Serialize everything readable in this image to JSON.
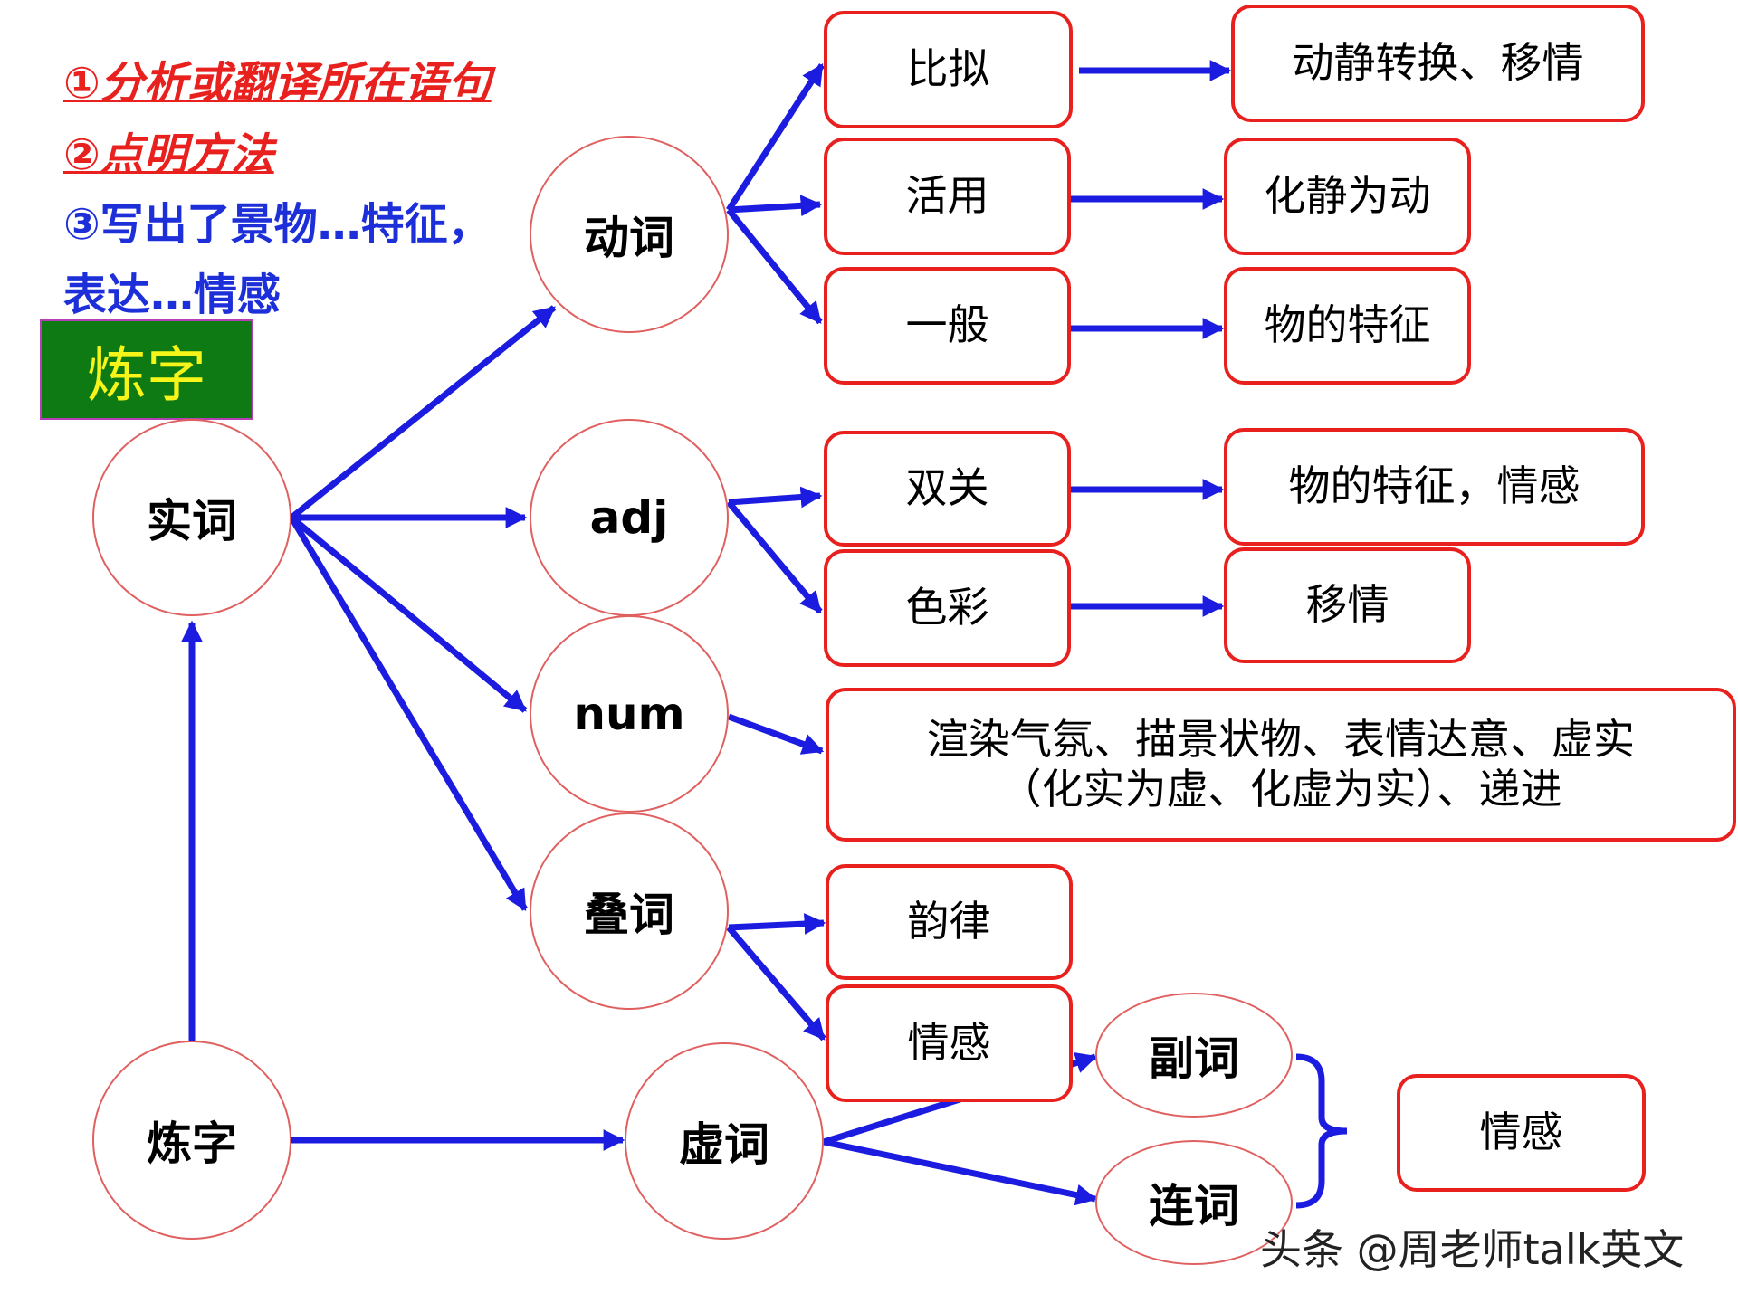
{
  "instructions": {
    "step1": "①分析或翻译所在语句",
    "step2": "②点明方法",
    "step3a": "③写出了景物…特征，",
    "step3b": "表达…情感"
  },
  "badge": "炼字",
  "nodes": {
    "root": "炼字",
    "shici": "实词",
    "xuci": "虚词",
    "dongci": "动词",
    "adj": "adj",
    "num": "num",
    "dieci": "叠词",
    "fuci": "副词",
    "lianci": "连词"
  },
  "boxes": {
    "bini": "比拟",
    "huoyong": "活用",
    "yiban": "一般",
    "shuangguan": "双关",
    "secai": "色彩",
    "yunlv": "韵律",
    "qinggan1": "情感",
    "dongjing": "动静转换、移情",
    "huajing": "化静为动",
    "wude1": "物的特征",
    "wude2": "物的特征，情感",
    "yiqing": "移情",
    "num_line1": "渲染气氛、描景状物、表情达意、虚实",
    "num_line2": "（化实为虚、化虚为实）、递进",
    "qinggan2": "情感"
  },
  "watermark": "头条 @周老师talk英文",
  "colors": {
    "arrow": "#1c1ce0",
    "box_border": "#e8201e",
    "circle_border": "#e06060",
    "badge_bg": "#0d7a14",
    "badge_text": "#f7f41a"
  }
}
